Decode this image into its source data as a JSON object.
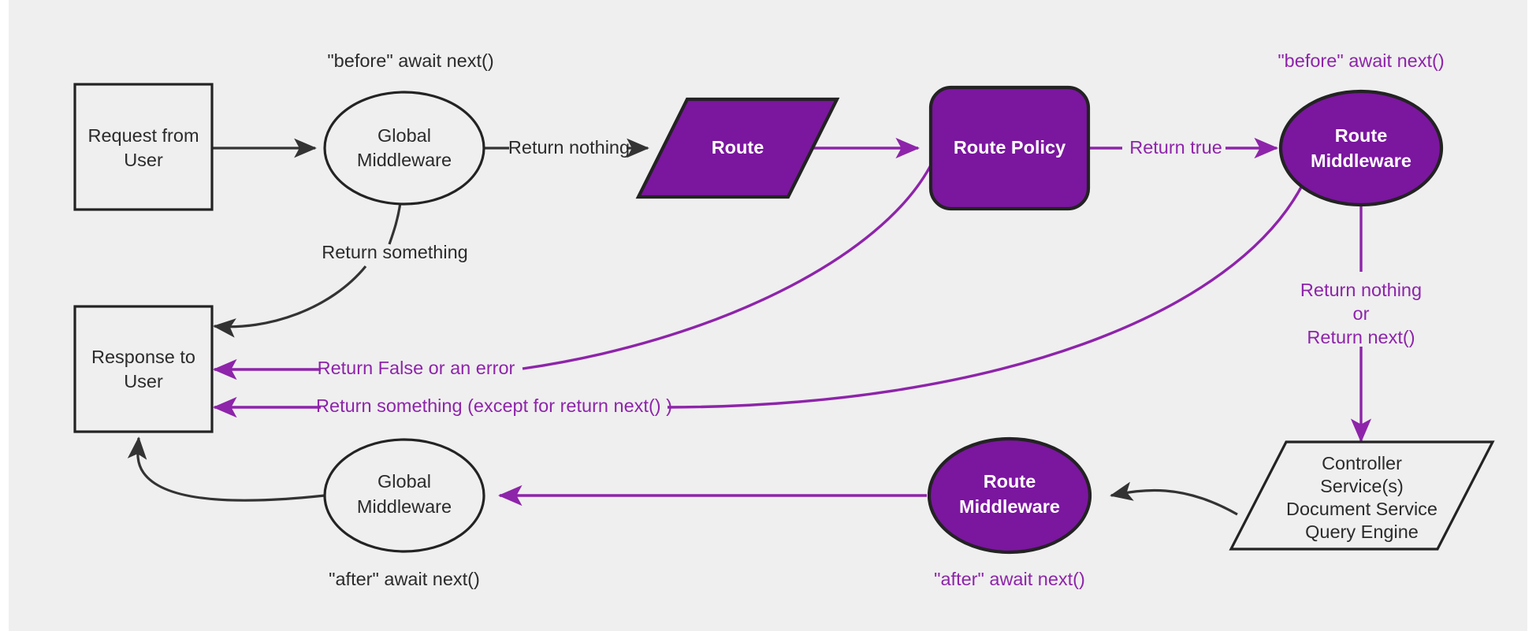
{
  "diagram": {
    "title": "Request lifecycle middleware flow",
    "background_color": "#efefef",
    "accent_purple": "#7B169F",
    "line_purple": "#8E24AA",
    "line_dark": "#333333"
  },
  "nodes": {
    "request": {
      "line1": "Request from",
      "line2": "User",
      "shape": "rectangle",
      "style": "outline"
    },
    "global_middleware_top": {
      "line1": "Global",
      "line2": "Middleware",
      "shape": "ellipse",
      "style": "outline"
    },
    "route": {
      "line1": "Route",
      "shape": "parallelogram",
      "style": "filled"
    },
    "route_policy": {
      "line1": "Route Policy",
      "shape": "rounded-rectangle",
      "style": "filled"
    },
    "route_middleware_top": {
      "line1": "Route",
      "line2": "Middleware",
      "shape": "ellipse",
      "style": "filled"
    },
    "controller": {
      "line1": "Controller",
      "line2": "Service(s)",
      "line3": "Document Service",
      "line4": "Query Engine",
      "shape": "parallelogram",
      "style": "outline"
    },
    "route_middleware_bottom": {
      "line1": "Route",
      "line2": "Middleware",
      "shape": "ellipse",
      "style": "filled"
    },
    "global_middleware_bottom": {
      "line1": "Global",
      "line2": "Middleware",
      "shape": "ellipse",
      "style": "outline"
    },
    "response": {
      "line1": "Response to",
      "line2": "User",
      "shape": "rectangle",
      "style": "outline"
    }
  },
  "annotations": {
    "before_global": "\"before\" await next()",
    "before_route_mw": "\"before\" await next()",
    "after_global": "\"after\" await next()",
    "after_route_mw": "\"after\" await next()"
  },
  "edge_labels": {
    "return_nothing_global": "Return nothing",
    "return_something_global": "Return something",
    "return_true": "Return true",
    "return_false_or_error": "Return False or an error",
    "return_something_except_next": "Return something (except for return next() )",
    "return_nothing_or_next_l1": "Return nothing",
    "return_nothing_or_next_l2": "or",
    "return_nothing_or_next_l3": "Return next()"
  }
}
